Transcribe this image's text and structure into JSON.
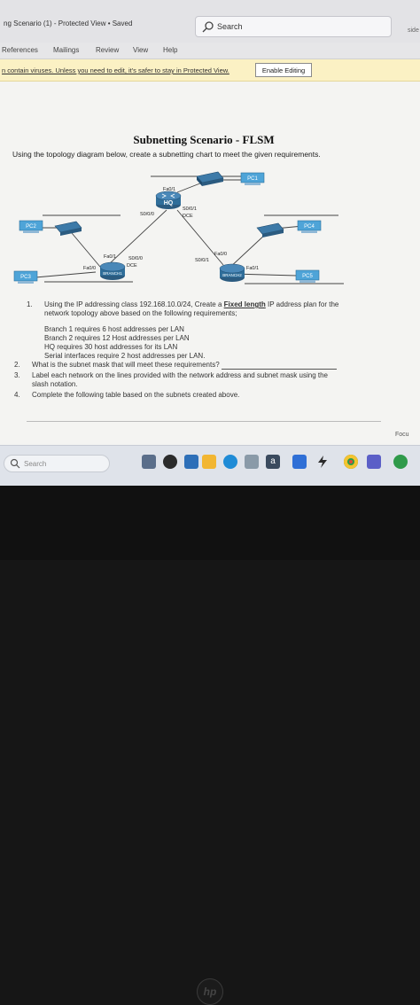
{
  "window": {
    "title": "ng Scenario (1)  -  Protected View  •  Saved",
    "search_label": "Search",
    "side_text": "side"
  },
  "menu": [
    "References",
    "Mailings",
    "Review",
    "View",
    "Help"
  ],
  "protected_view": {
    "message": "n contain viruses. Unless you need to edit, it's safer to stay in Protected View.",
    "button": "Enable Editing"
  },
  "document": {
    "title": "Subnetting Scenario - FLSM",
    "intro": "Using the topology diagram below, create a subnetting chart to meet the given requirements.",
    "topology": {
      "hosts": {
        "pc1": "PC1",
        "pc2": "PC2",
        "pc3_left": "PC3",
        "pc4": "PC4",
        "pc5": "PC5"
      },
      "routers": {
        "hq": "HQ",
        "branch1": "BRANCH1",
        "branch2": "BRANCH2"
      },
      "interfaces": {
        "hq_fa01": "Fa0/1",
        "hq_s000": "S0/0/0",
        "hq_s001": "S0/0/1",
        "hq_dce": "DCE",
        "b1_fa01": "Fa0/1",
        "b1_fa00": "Fa0/0",
        "b1_s000": "S0/0/0",
        "b1_dce": "DCE",
        "b2_s001": "S0/0/1",
        "b2_fa00": "Fa0/0",
        "b2_fa01": "Fa0/1"
      }
    },
    "items": [
      {
        "num": "1.",
        "pre": "Using the IP addressing class 192.168.10.0/24, Create a ",
        "bold": "Fixed length",
        "post": " IP address plan for the",
        "cont": "network topology above based on the following requirements;"
      },
      {
        "num": "2.",
        "text": "What is the subnet mask that will meet these requirements?"
      },
      {
        "num": "3.",
        "text": "Label each network on the lines provided with the network address and subnet mask using the",
        "cont": "slash notation."
      },
      {
        "num": "4.",
        "text": "Complete the following table based on the subnets created above."
      }
    ],
    "requirements": [
      "Branch 1 requires 6 host addresses per LAN",
      "Branch 2 requires 12 Host addresses per LAN",
      "HQ requires 30 host addresses for its LAN",
      "Serial interfaces require 2 host addresses per LAN."
    ],
    "focus": "Focu"
  },
  "taskbar": {
    "search_placeholder": "Search",
    "icons": [
      "widgets-icon",
      "file-explorer-icon",
      "camera-icon",
      "folder-icon",
      "edge-browser-icon",
      "edge-browser-icon",
      "store-icon",
      "amazon-icon",
      "dropbox-icon",
      "bolt-icon",
      "chrome-icon",
      "teams-icon",
      "xbox-icon"
    ]
  },
  "colors": {
    "protected_bar": "#fbf1c4",
    "host_screen": "#4ea4d8",
    "router": "#2f6e9a"
  }
}
